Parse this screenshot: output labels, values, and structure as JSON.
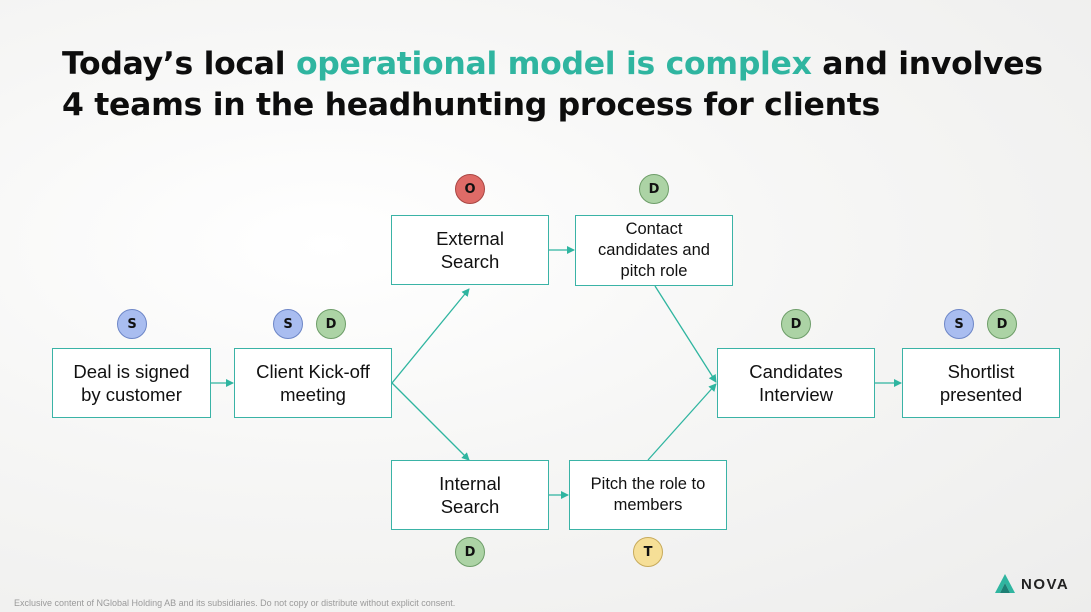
{
  "title": {
    "part1": "Today’s local ",
    "accent": "operational model is complex",
    "part2": " and involves",
    "line2": "4 teams in the headhunting process for clients"
  },
  "colors": {
    "accent": "#2fb5a0",
    "box_border": "#3ab3a6",
    "badge_S": "#a9bdf0",
    "badge_D": "#acd3a5",
    "badge_O": "#df6b67",
    "badge_T": "#f6df97"
  },
  "nodes": {
    "deal_signed": "Deal is signed\nby customer",
    "kickoff": "Client Kick-off\nmeeting",
    "external_search": "External\nSearch",
    "contact_candidates": "Contact\ncandidates and\npitch role",
    "internal_search": "Internal\nSearch",
    "pitch_members": "Pitch the role to\nmembers",
    "candidates_interview": "Candidates\nInterview",
    "shortlist": "Shortlist\npresented"
  },
  "badges": {
    "deal_signed": [
      "S"
    ],
    "kickoff": [
      "S",
      "D"
    ],
    "external_search": [
      "O"
    ],
    "contact_candidates": [
      "D"
    ],
    "internal_search": [
      "D"
    ],
    "pitch_members": [
      "T"
    ],
    "candidates_interview": [
      "D"
    ],
    "shortlist": [
      "S",
      "D"
    ]
  },
  "footer": "Exclusive content of NGlobal Holding AB and its subsidiaries. Do not copy or distribute without explicit consent.",
  "logo": {
    "text": "NOVA",
    "icon": "nova-logo-icon"
  }
}
